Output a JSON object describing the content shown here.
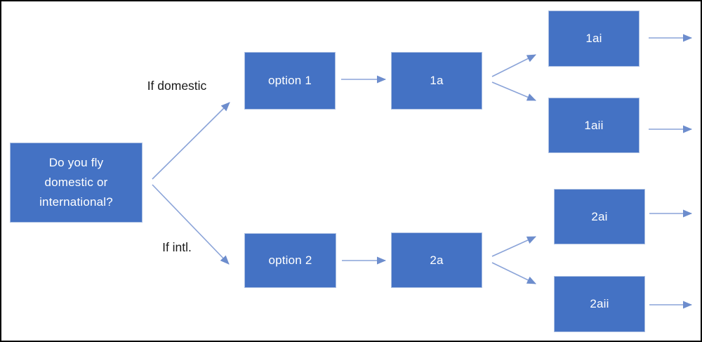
{
  "diagram": {
    "type": "decision-tree-flowchart",
    "nodes": [
      {
        "id": "root",
        "label": "Do you fly\ndomestic or\ninternational?"
      },
      {
        "id": "option-1",
        "label": "option 1"
      },
      {
        "id": "1a",
        "label": "1a"
      },
      {
        "id": "1ai",
        "label": "1ai"
      },
      {
        "id": "1aii",
        "label": "1aii"
      },
      {
        "id": "option-2",
        "label": "option 2"
      },
      {
        "id": "2a",
        "label": "2a"
      },
      {
        "id": "2ai",
        "label": "2ai"
      },
      {
        "id": "2aii",
        "label": "2aii"
      }
    ],
    "edges": [
      {
        "from": "root",
        "to": "option-1",
        "label": "If domestic"
      },
      {
        "from": "root",
        "to": "option-2",
        "label": "If intl."
      },
      {
        "from": "option-1",
        "to": "1a",
        "label": ""
      },
      {
        "from": "1a",
        "to": "1ai",
        "label": ""
      },
      {
        "from": "1a",
        "to": "1aii",
        "label": ""
      },
      {
        "from": "option-2",
        "to": "2a",
        "label": ""
      },
      {
        "from": "2a",
        "to": "2ai",
        "label": ""
      },
      {
        "from": "2a",
        "to": "2aii",
        "label": ""
      },
      {
        "from": "1ai",
        "to": "off-page-right",
        "label": ""
      },
      {
        "from": "1aii",
        "to": "off-page-right",
        "label": ""
      },
      {
        "from": "2ai",
        "to": "off-page-right",
        "label": ""
      },
      {
        "from": "2aii",
        "to": "off-page-right",
        "label": ""
      }
    ],
    "colors": {
      "node_fill": "#4472c4",
      "node_border": "#abbfe2",
      "node_text": "#ffffff",
      "arrow_line": "#8aa3d8",
      "arrow_head": "#6d8dcd",
      "label_text": "#1a1a1a",
      "frame": "#000000",
      "background": "#ffffff"
    }
  }
}
